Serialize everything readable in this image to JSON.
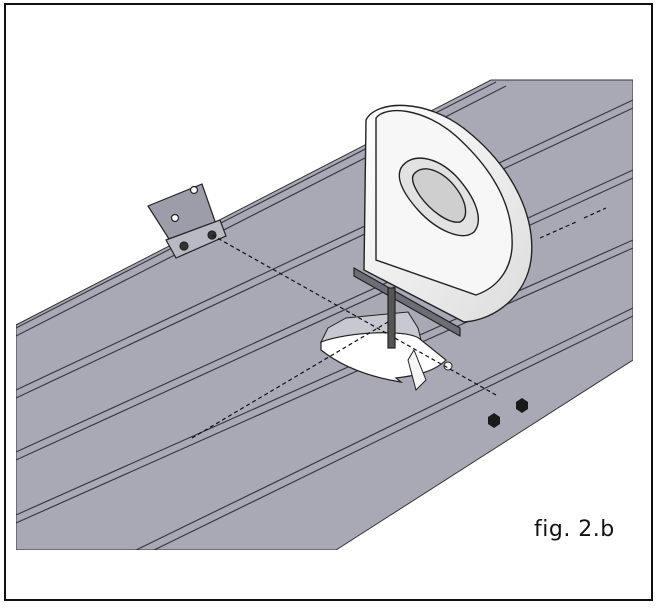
{
  "figure": {
    "label": "fig. 2.b"
  },
  "colors": {
    "panel_fill": "#a9a9b5",
    "panel_shadow": "#8e8e99",
    "line": "#1a1a1a",
    "knob_fill": "#f4f4f4",
    "cutout_fill": "#ffffff"
  },
  "parts": {
    "knob": "handle-knob",
    "hinge": "hinge-bracket",
    "nuts": 2
  }
}
